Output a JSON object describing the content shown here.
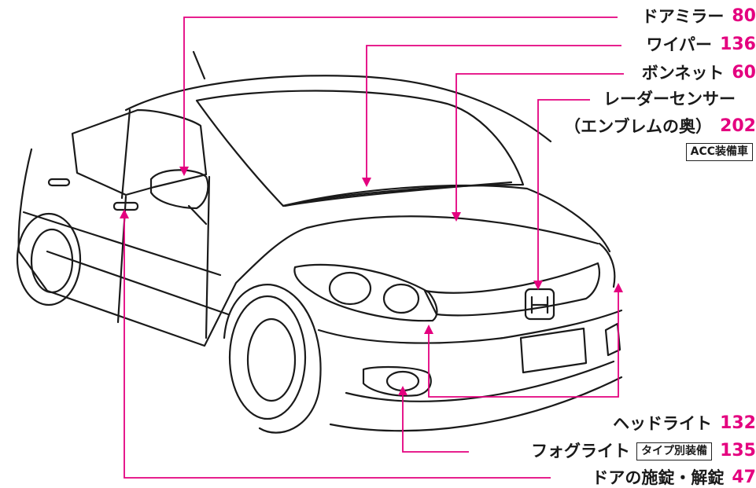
{
  "colors": {
    "accent": "#e4007f",
    "outline": "#1a1a1a"
  },
  "callouts": {
    "door_mirror": {
      "label": "ドアミラー",
      "page": "80"
    },
    "wiper": {
      "label": "ワイパー",
      "page": "136"
    },
    "bonnet": {
      "label": "ボンネット",
      "page": "60"
    },
    "radar_sensor": {
      "label": "レーダーセンサー",
      "sub_label": "（エンブレムの奥）",
      "page": "202",
      "badge": "ACC装備車"
    },
    "headlight": {
      "label": "ヘッドライト",
      "page": "132"
    },
    "foglight": {
      "label": "フォグライト",
      "badge": "タイプ別装備",
      "page": "135"
    },
    "door_lock": {
      "label": "ドアの施錠・解錠",
      "page": "47"
    }
  }
}
